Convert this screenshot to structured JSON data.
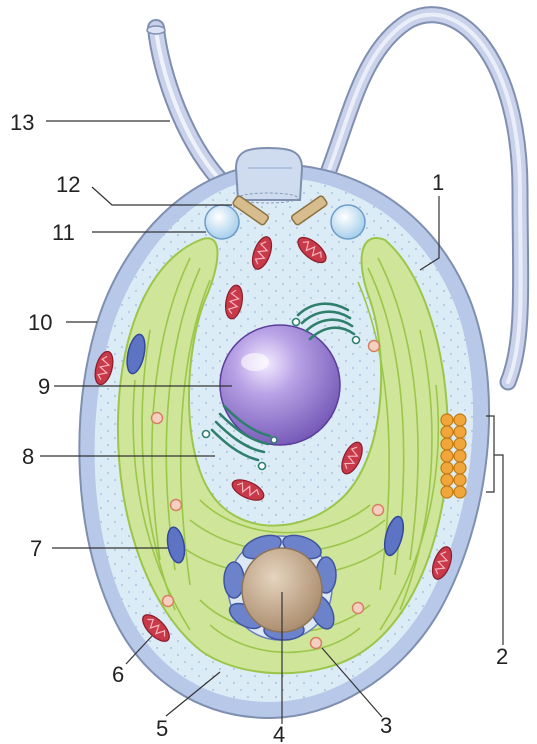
{
  "labels": {
    "l1": "1",
    "l2": "2",
    "l3": "3",
    "l4": "4",
    "l5": "5",
    "l6": "6",
    "l7": "7",
    "l8": "8",
    "l9": "9",
    "l10": "10",
    "l11": "11",
    "l12": "12",
    "l13": "13"
  },
  "colors": {
    "pellicle": "#b7c8e8",
    "cytoplasm": "#dcecf6",
    "chloroplast": "#cfe59a",
    "thylakoid": "#9cc64a",
    "nucleus": "#9a7fd0",
    "mitochondria": "#c8394a",
    "golgi": "#2f7f6e",
    "paramylon": "#f0a63a",
    "pyrenoid_core": "#c3a88a",
    "vacuole": "#e99a80"
  }
}
